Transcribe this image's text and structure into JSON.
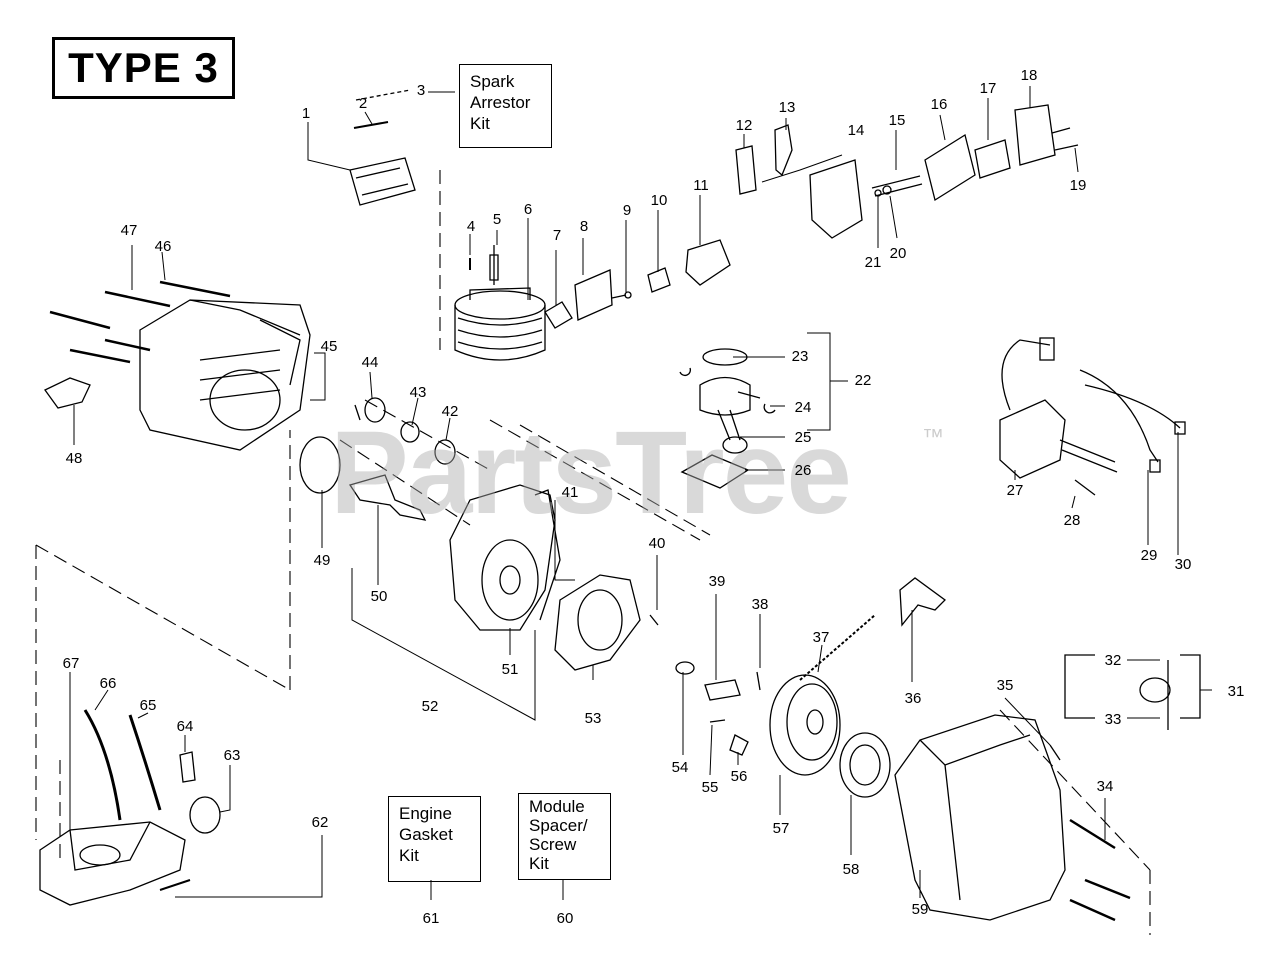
{
  "title": "TYPE 3",
  "watermark": "PartsTree",
  "trademark": "™",
  "kits": {
    "spark_arrestor": "Spark\nArrestor\nKit",
    "engine_gasket": "Engine\nGasket\nKit",
    "module_spacer": "Module\nSpacer/\nScrew\nKit"
  },
  "callouts": {
    "c1": "1",
    "c2": "2",
    "c3": "3",
    "c4": "4",
    "c5": "5",
    "c6": "6",
    "c7": "7",
    "c8": "8",
    "c9": "9",
    "c10": "10",
    "c11": "11",
    "c12": "12",
    "c13": "13",
    "c14": "14",
    "c15": "15",
    "c16": "16",
    "c17": "17",
    "c18": "18",
    "c19": "19",
    "c20": "20",
    "c21": "21",
    "c22": "22",
    "c23": "23",
    "c24": "24",
    "c25": "25",
    "c26": "26",
    "c27": "27",
    "c28": "28",
    "c29": "29",
    "c30": "30",
    "c31": "31",
    "c32": "32",
    "c33": "33",
    "c34": "34",
    "c35": "35",
    "c36": "36",
    "c37": "37",
    "c38": "38",
    "c39": "39",
    "c40": "40",
    "c41": "41",
    "c42": "42",
    "c43": "43",
    "c44": "44",
    "c45": "45",
    "c46": "46",
    "c47": "47",
    "c48": "48",
    "c49": "49",
    "c50": "50",
    "c51": "51",
    "c52": "52",
    "c53": "53",
    "c54": "54",
    "c55": "55",
    "c56": "56",
    "c57": "57",
    "c58": "58",
    "c59": "59",
    "c60": "60",
    "c61": "61",
    "c62": "62",
    "c63": "63",
    "c64": "64",
    "c65": "65",
    "c66": "66",
    "c67": "67"
  }
}
